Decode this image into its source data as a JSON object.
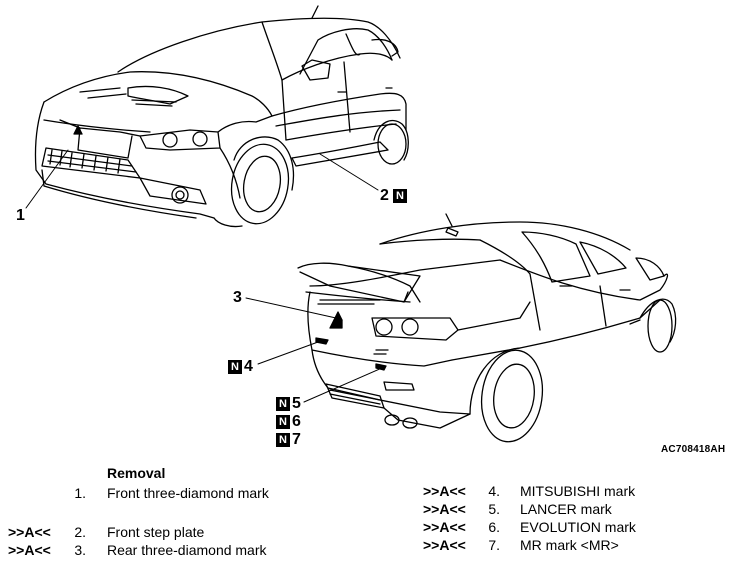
{
  "figure_id": "AC708418AH",
  "callouts": {
    "c1": "1",
    "c2": "2",
    "c3": "3",
    "c4": "4",
    "c5": "5",
    "c6": "6",
    "c7": "7"
  },
  "badge_letter": "N",
  "removal": {
    "title": "Removal",
    "left_items": [
      {
        "ref": "",
        "num": "1.",
        "label": "Front three-diamond mark"
      },
      {
        "ref": ">>A<<",
        "num": "2.",
        "label": "Front step plate"
      },
      {
        "ref": ">>A<<",
        "num": "3.",
        "label": "Rear three-diamond mark"
      }
    ],
    "right_items": [
      {
        "ref": ">>A<<",
        "num": "4.",
        "label": "MITSUBISHI mark"
      },
      {
        "ref": ">>A<<",
        "num": "5.",
        "label": "LANCER mark"
      },
      {
        "ref": ">>A<<",
        "num": "6.",
        "label": "EVOLUTION mark"
      },
      {
        "ref": ">>A<<",
        "num": "7.",
        "label": "MR mark <MR>"
      }
    ]
  }
}
